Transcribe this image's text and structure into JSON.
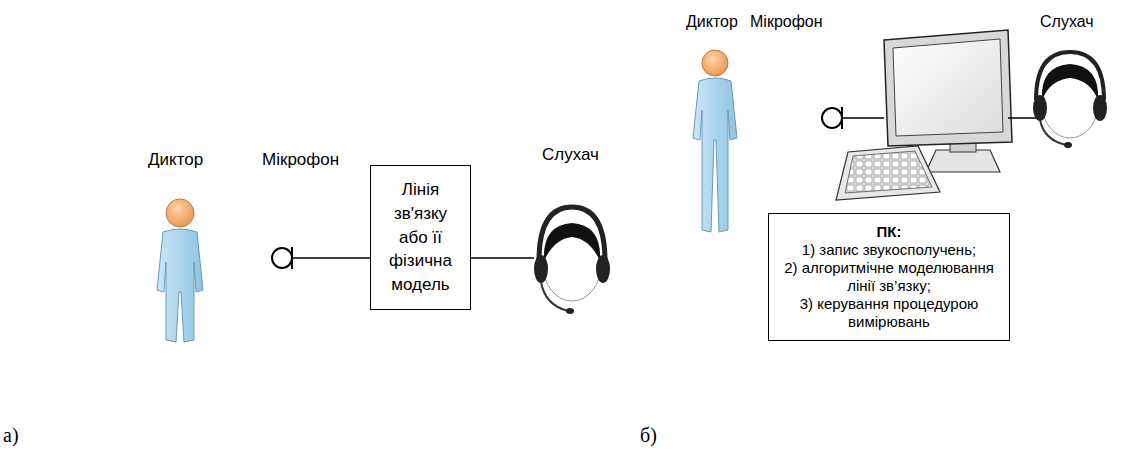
{
  "diagram": {
    "nodes": [
      {
        "text": [
          "Мікрофон"
        ]
      },
      {
        "text": [
          "Лінія зв'язку або її фізична модель"
        ]
      },
      {
        "text": [
          "Слухач"
        ]
      },
      {
        "text": [
          "ПК:",
          "1) запис звукосполучень;",
          "2) алгоритмічне моделювання лінії зв’язку;",
          "3) керування процедурою вимірювань"
        ]
      }
    ],
    "edges": [
      {
        "from": 0,
        "to": 1,
        "arrow": "none"
      },
      {
        "from": 1,
        "to": 2,
        "arrow": "none"
      }
    ],
    "labels": [
      "Диктор",
      "а)",
      "Диктор",
      "Мікрофон",
      "Слухач",
      "б)"
    ]
  }
}
